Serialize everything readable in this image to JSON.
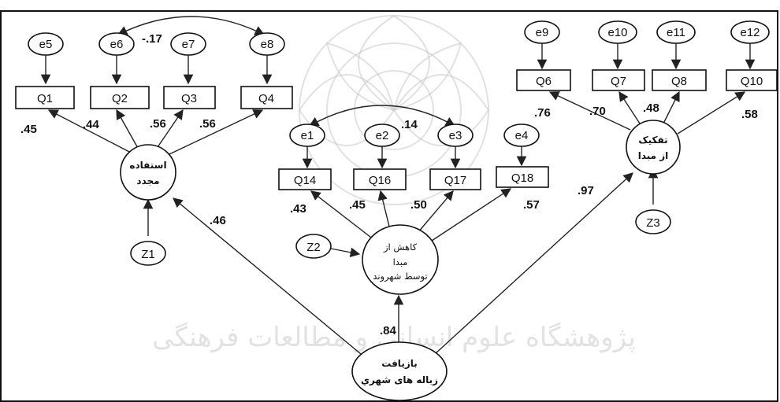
{
  "errors": {
    "e1": "e1",
    "e2": "e2",
    "e3": "e3",
    "e4": "e4",
    "e5": "e5",
    "e6": "e6",
    "e7": "e7",
    "e8": "e8",
    "e9": "e9",
    "e10": "e10",
    "e11": "e11",
    "e12": "e12"
  },
  "disturbances": {
    "z1": "Z1",
    "z2": "Z2",
    "z3": "Z3"
  },
  "indicators": {
    "q1": "Q1",
    "q2": "Q2",
    "q3": "Q3",
    "q4": "Q4",
    "q14": "Q14",
    "q16": "Q16",
    "q17": "Q17",
    "q18": "Q18",
    "q6": "Q6",
    "q7": "Q7",
    "q8": "Q8",
    "q10": "Q10"
  },
  "latents": {
    "reuse": [
      "استفاده",
      "مجدد"
    ],
    "reduction": [
      "کاهش از",
      "مبدا",
      "توسط شهروند"
    ],
    "separation": [
      "تفکیک",
      "از مبدا"
    ],
    "recycling": [
      "بازیافت",
      "زباله های شهري"
    ]
  },
  "loadings": {
    "q1": ".45",
    "q2": ".44",
    "q3": ".56",
    "q4": ".56",
    "q14": ".43",
    "q16": ".45",
    "q17": ".50",
    "q18": ".57",
    "q6": ".76",
    "q7": ".70",
    "q8": ".48",
    "q10": ".58"
  },
  "paths": {
    "to_reuse": ".46",
    "to_reduction": ".84",
    "to_separation": ".97"
  },
  "correlations": {
    "e6_e8": "-.17",
    "e1_e3": ".14"
  },
  "watermark": "پژوهشگاه علوم انسانی و مطالعات فرهنگی"
}
